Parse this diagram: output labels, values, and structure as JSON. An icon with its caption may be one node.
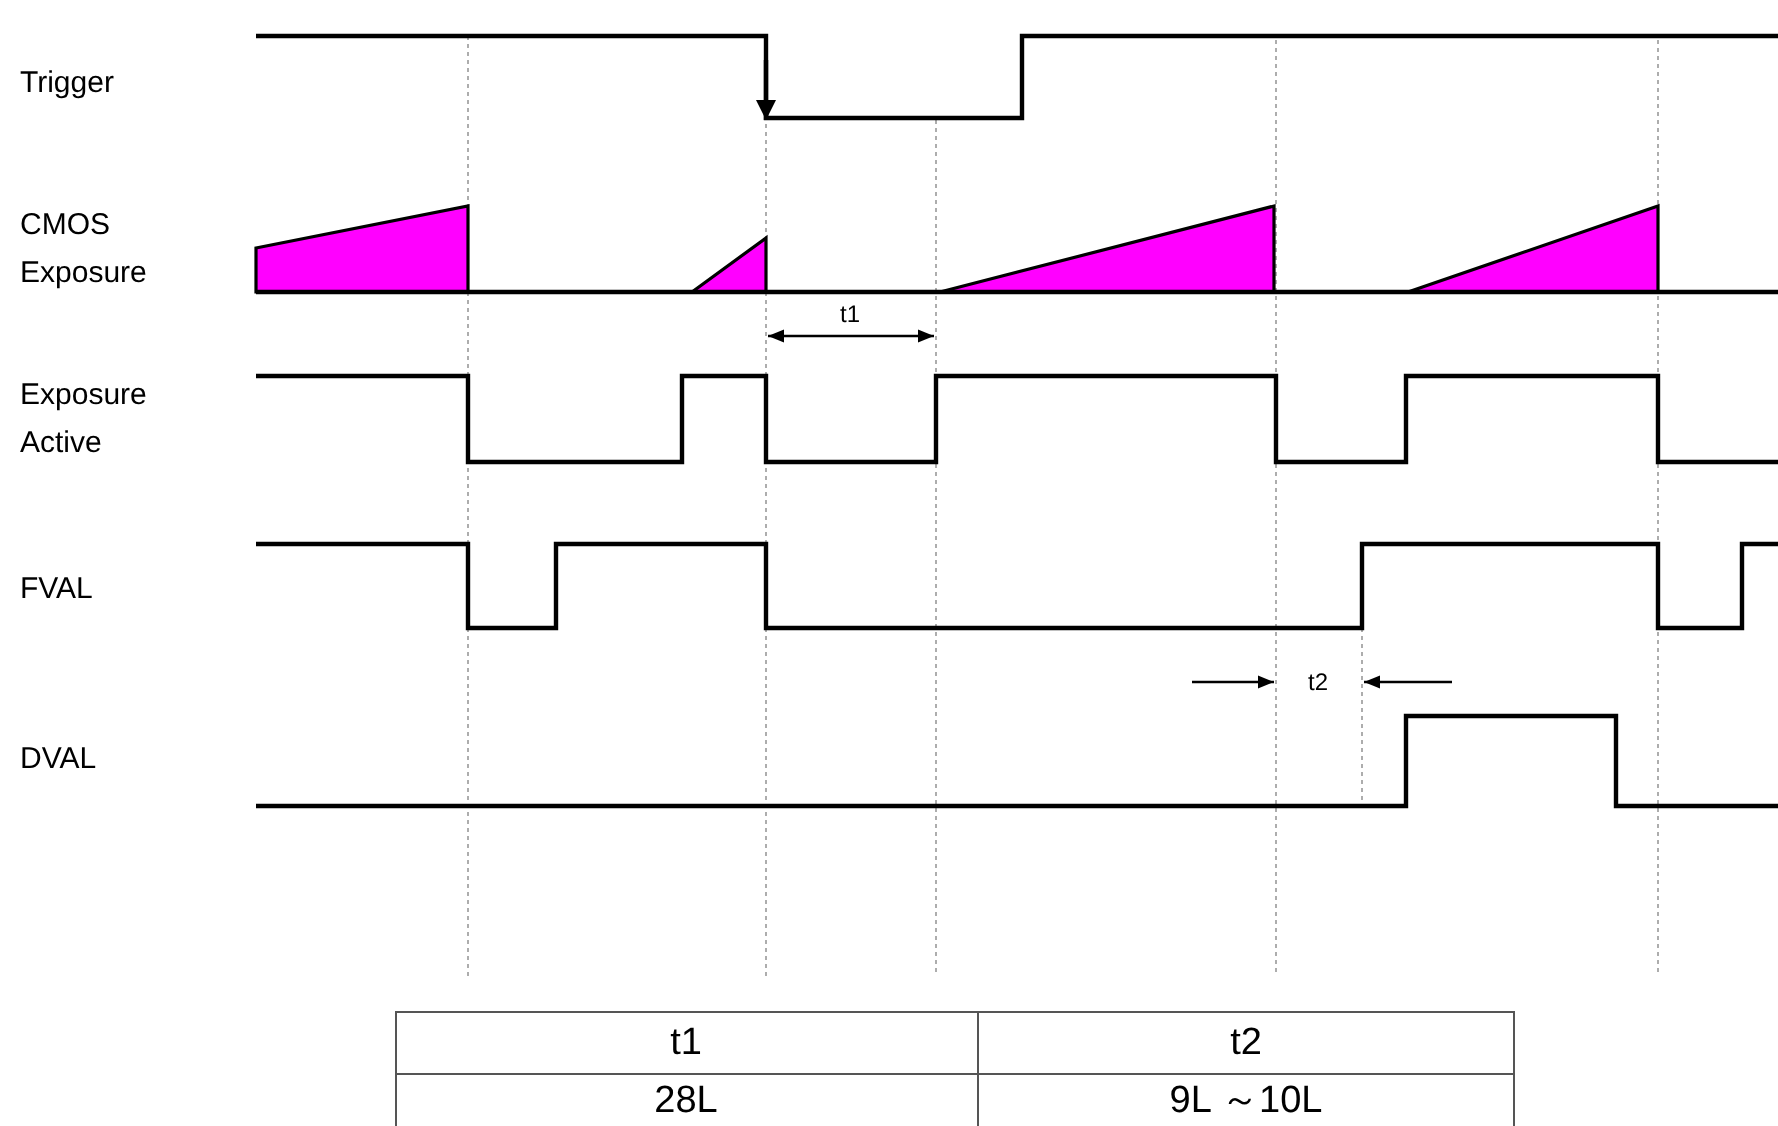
{
  "diagram": {
    "labels": [
      "Trigger",
      "CMOS Exposure",
      "Exposure Active",
      "FVAL",
      "DVAL",
      "t1",
      "t2",
      "t1",
      "t2",
      "28L",
      "9L ～10L"
    ]
  }
}
